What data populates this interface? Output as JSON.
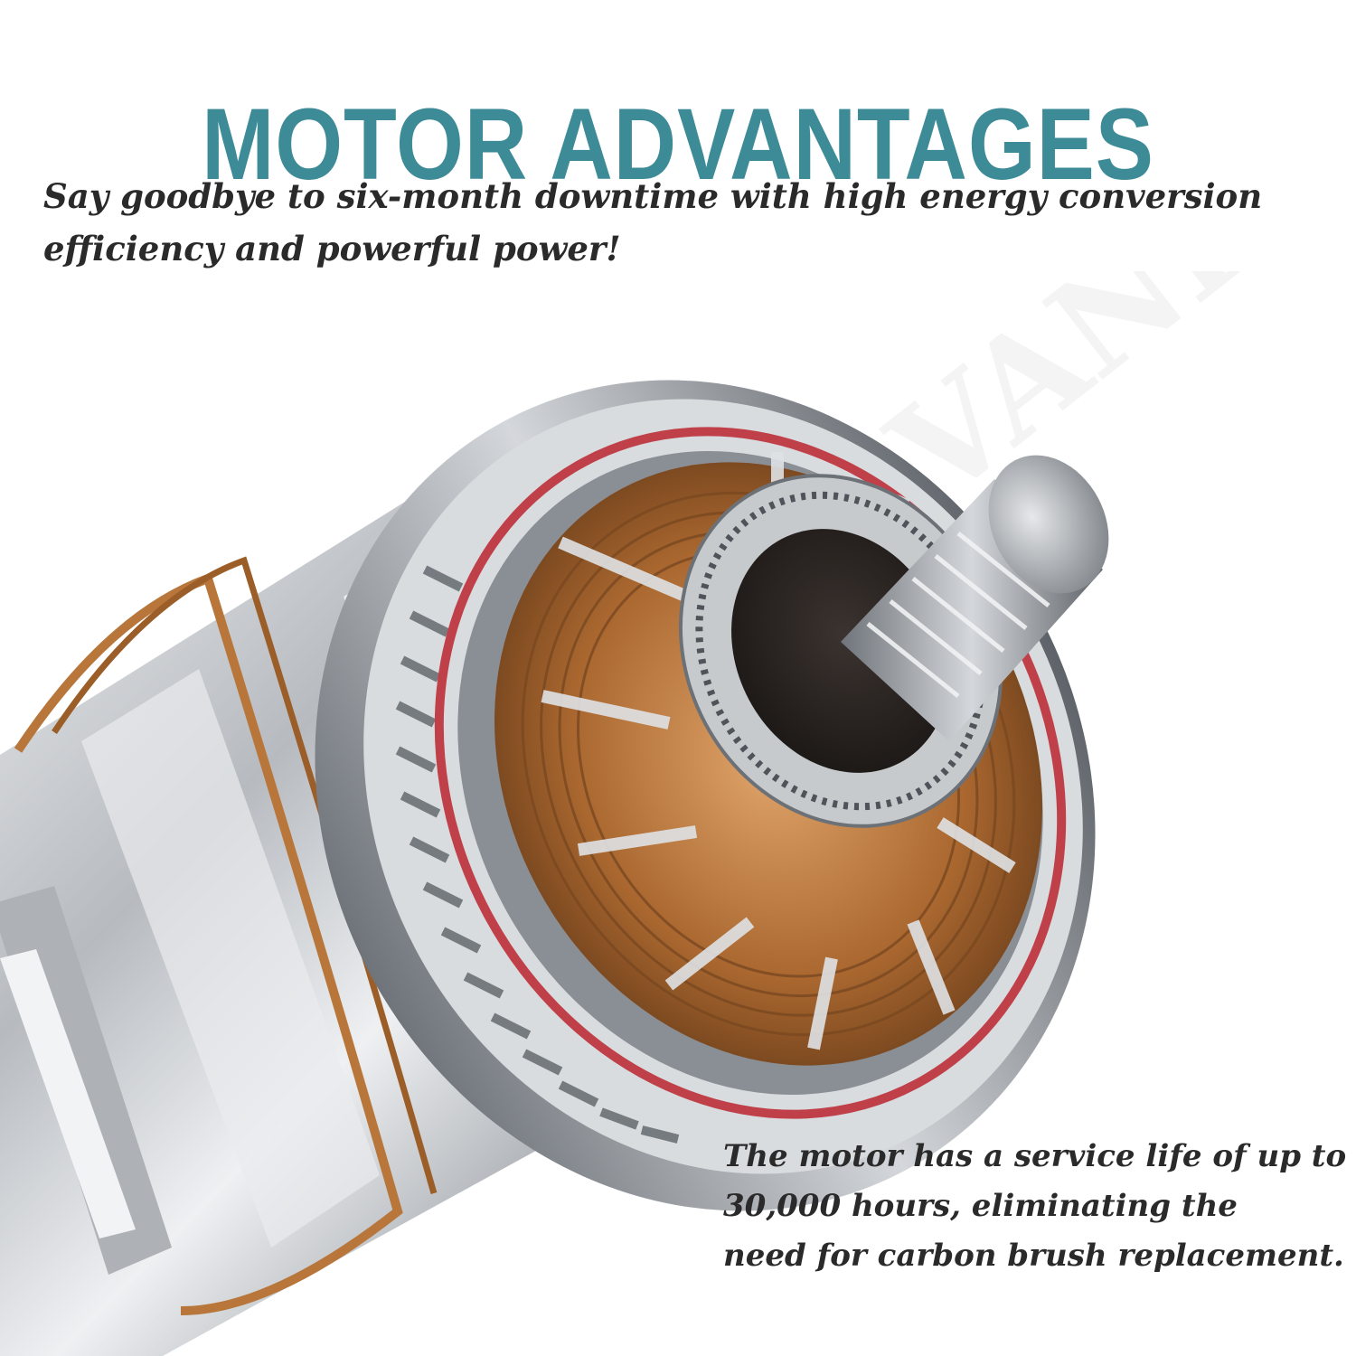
{
  "title": "MOTOR ADVANTAGES",
  "intro_line_1": "Say goodbye to six-month downtime with high energy conversion",
  "intro_line_2": "efficiency and powerful power!",
  "detail_line_1": "The motor has a service life of up to",
  "detail_line_2": "30,000 hours, eliminating the",
  "detail_line_3": "need for carbon brush replacement.",
  "colors": {
    "title": "#3e8b98",
    "text": "#2a2a2a",
    "copper": "#b8763a",
    "steel": "#c9ccd0",
    "red_ring": "#c0404a"
  },
  "image": {
    "name": "brushless-motor-cutaway",
    "watermark_text": "VANRIUM"
  }
}
